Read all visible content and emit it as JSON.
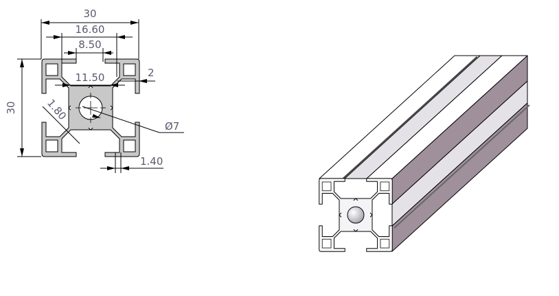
{
  "drawing": {
    "dimensions": {
      "overall_width": "30",
      "slot_outer_width": "16.60",
      "slot_opening": "8.50",
      "core_width": "11.50",
      "lip_thickness": "2",
      "overall_height": "30",
      "web_thickness": "1.80",
      "bore_diameter": "Ø7",
      "wall_thickness": "1.40"
    }
  },
  "colors": {
    "profile_fill": "#c8c8c8",
    "side_face": "#9f909c",
    "top_face": "#ffffff",
    "slot_floor": "#e4e2e7",
    "dimension_text": "#5c5870"
  }
}
